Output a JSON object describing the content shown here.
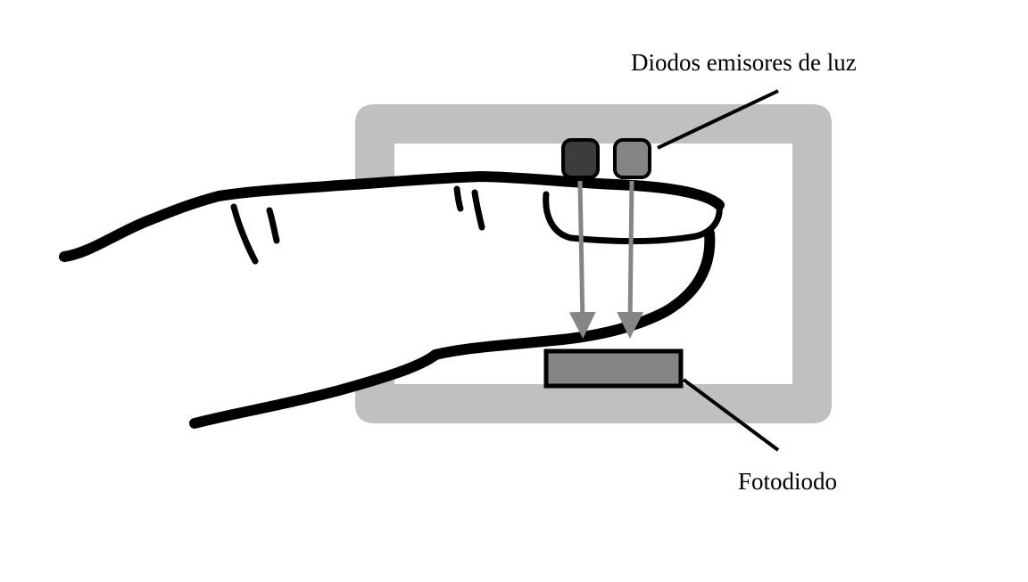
{
  "labels": {
    "leds": "Diodos emisores de luz",
    "photodiode": "Fotodiodo"
  },
  "colors": {
    "background": "#ffffff",
    "sensor_housing": "#c0c0c0",
    "finger_outline": "#000000",
    "led_dark": "#3c3c3c",
    "led_light": "#858585",
    "light_path": "#858585",
    "photodiode": "#858585"
  },
  "components": {
    "leds": [
      "led-dark",
      "led-light"
    ],
    "light_paths": [
      "light-path-left",
      "light-path-right"
    ],
    "detector": "photodiode"
  }
}
